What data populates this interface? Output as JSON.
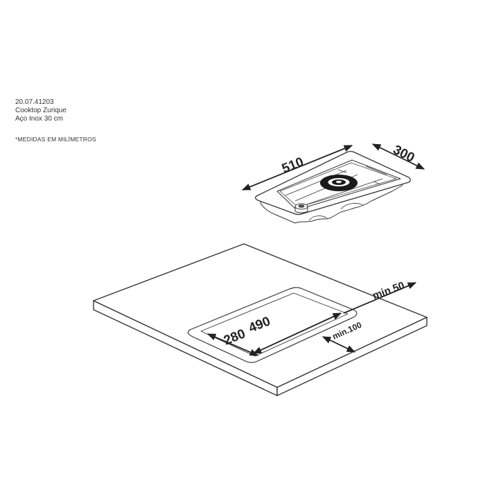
{
  "product": {
    "code": "20.07.41203",
    "name": "Cooktop Zurique",
    "material": "Aço Inox 30 cm"
  },
  "note": "*MEDIDAS EM MILÍMETROS",
  "dimensions": {
    "cooktop_length": "510",
    "cooktop_width": "300",
    "cutout_length": "490",
    "cutout_width": "280",
    "min_back": "min 50",
    "min_front": "min.100"
  },
  "colors": {
    "line": "#333333",
    "surface": "#ffffff",
    "burner": "#1a1a1a"
  }
}
